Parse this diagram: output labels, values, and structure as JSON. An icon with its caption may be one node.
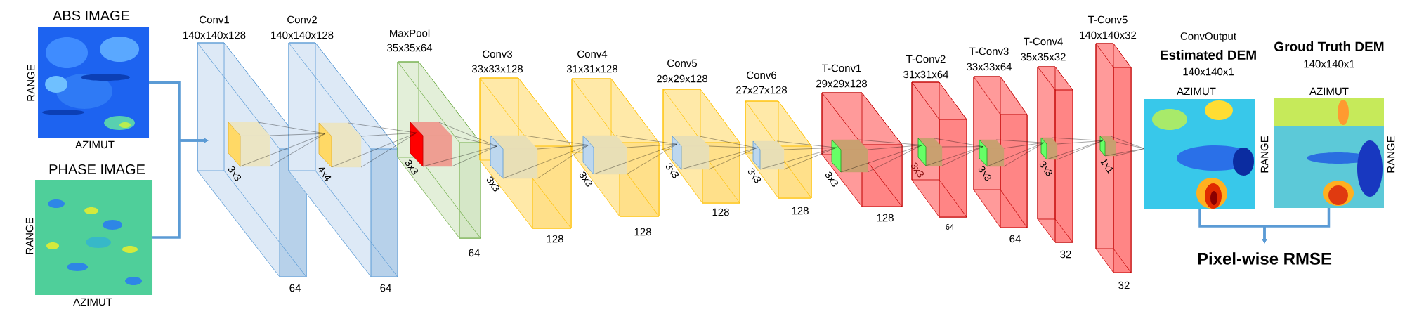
{
  "diagram": {
    "nodes": [
      {
        "text": [
          "ABS IMAGE"
        ],
        "beside": [
          "RANGE",
          "AZIMUT"
        ]
      },
      {
        "text": [
          "PHASE IMAGE"
        ],
        "beside": [
          "RANGE",
          "AZIMUT"
        ]
      },
      {
        "text": [
          "Conv1",
          "140x140x128",
          "3x3"
        ],
        "beside": [
          "64"
        ]
      },
      {
        "text": [
          "Conv2",
          "140x140x128",
          "4x4"
        ],
        "beside": [
          "64"
        ]
      },
      {
        "text": [
          "MaxPool",
          "35x35x64",
          "3x3"
        ],
        "beside": [
          "64"
        ]
      },
      {
        "text": [
          "Conv3",
          "33x33x128",
          "3x3"
        ],
        "beside": [
          "128"
        ]
      },
      {
        "text": [
          "Conv4",
          "31x31x128",
          "3x3"
        ],
        "beside": [
          "128"
        ]
      },
      {
        "text": [
          "Conv5",
          "29x29x128",
          "3x3"
        ],
        "beside": [
          "128"
        ]
      },
      {
        "text": [
          "Conv6",
          "27x27x128",
          "3x3"
        ],
        "beside": [
          "128"
        ]
      },
      {
        "text": [
          "T-Conv1",
          "29x29x128",
          "3x3"
        ],
        "beside": [
          "128"
        ]
      },
      {
        "text": [
          "T-Conv2",
          "31x31x64",
          "3x3"
        ],
        "beside": [
          "64"
        ]
      },
      {
        "text": [
          "T-Conv3",
          "33x33x64",
          "3x3"
        ],
        "beside": [
          "64"
        ]
      },
      {
        "text": [
          "T-Conv4",
          "35x35x32",
          "3x3"
        ],
        "beside": [
          "32"
        ]
      },
      {
        "text": [
          "T-Conv5",
          "140x140x32",
          "1x1"
        ],
        "beside": [
          "32"
        ]
      },
      {
        "text": [
          "ConvOutput",
          "Estimated DEM",
          "140x140x1"
        ],
        "beside": [
          "AZIMUT",
          "RANGE"
        ]
      },
      {
        "text": [
          "Groud Truth DEM",
          "140x140x1"
        ],
        "beside": [
          "AZIMUT",
          "RANGE"
        ]
      },
      {
        "text": [
          "Pixel-wise RMSE"
        ]
      }
    ],
    "edges": [
      {
        "from": 0,
        "to": 2,
        "arrow": "to",
        "style": "thick",
        "color": "#5b9bd5"
      },
      {
        "from": 1,
        "to": 2,
        "arrow": "to",
        "style": "thick",
        "color": "#5b9bd5"
      },
      {
        "from": 2,
        "to": 3,
        "arrow": "none"
      },
      {
        "from": 3,
        "to": 4,
        "arrow": "none"
      },
      {
        "from": 4,
        "to": 5,
        "arrow": "none"
      },
      {
        "from": 5,
        "to": 6,
        "arrow": "none"
      },
      {
        "from": 6,
        "to": 7,
        "arrow": "none"
      },
      {
        "from": 7,
        "to": 8,
        "arrow": "none"
      },
      {
        "from": 8,
        "to": 9,
        "arrow": "none"
      },
      {
        "from": 9,
        "to": 10,
        "arrow": "none"
      },
      {
        "from": 10,
        "to": 11,
        "arrow": "none"
      },
      {
        "from": 11,
        "to": 12,
        "arrow": "none"
      },
      {
        "from": 12,
        "to": 13,
        "arrow": "none"
      },
      {
        "from": 13,
        "to": 14,
        "arrow": "none"
      },
      {
        "from": 14,
        "to": 16,
        "arrow": "to",
        "style": "thick",
        "color": "#5b9bd5"
      },
      {
        "from": 15,
        "to": 16,
        "arrow": "to",
        "style": "thick",
        "color": "#5b9bd5"
      }
    ]
  }
}
